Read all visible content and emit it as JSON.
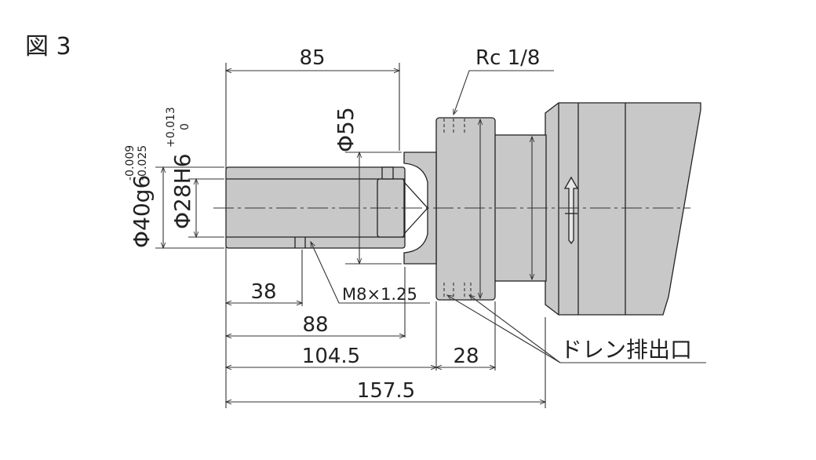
{
  "figure": {
    "label": "図 3"
  },
  "dimensions": {
    "len_85": "85",
    "len_38": "38",
    "len_88": "88",
    "len_104_5": "104.5",
    "len_28": "28",
    "len_157_5": "157.5",
    "dia_55": "Φ55",
    "dia_40": "Φ40g6",
    "dia_40_tol_upper": "-0.009",
    "dia_40_tol_lower": "-0.025",
    "dia_28": "Φ28H6",
    "dia_28_tol_upper": "+0.013",
    "dia_28_tol_lower": "0"
  },
  "callouts": {
    "port": "Rc 1/8",
    "thread": "M8×1.25",
    "drain": "ドレン排出口"
  },
  "colors": {
    "body_fill": "#c8c8c8",
    "line": "#222222"
  }
}
